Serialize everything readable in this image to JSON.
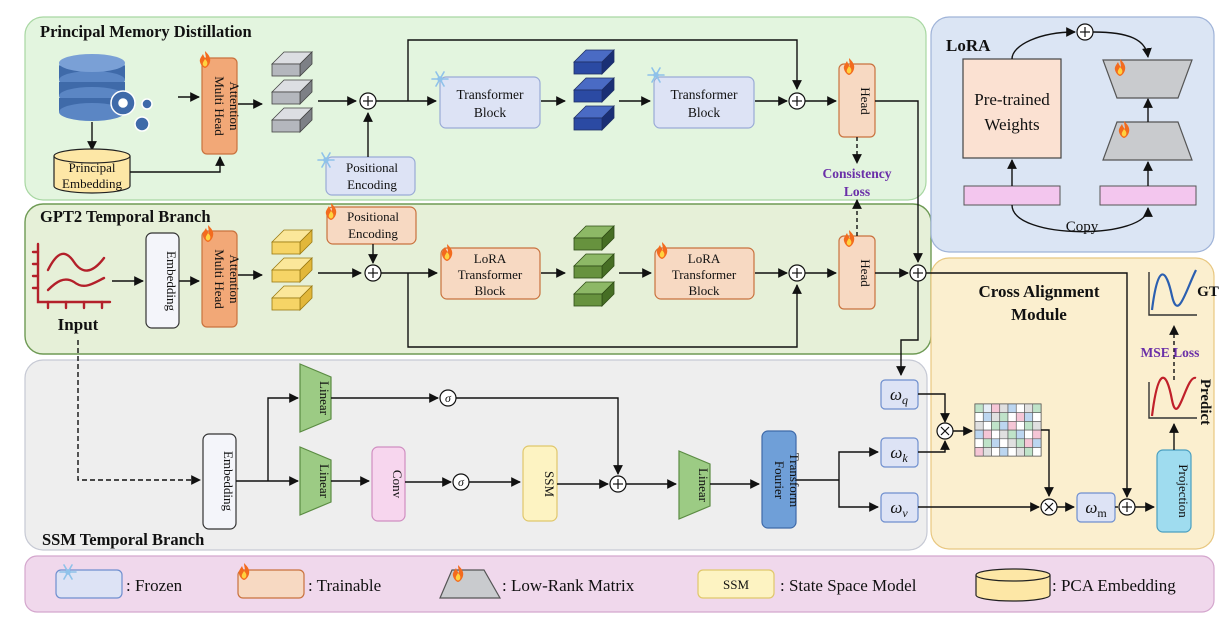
{
  "panels": {
    "pmd_title": "Principal Memory Distillation",
    "gpt2_title": "GPT2 Temporal Branch",
    "ssm_title": "SSM Temporal Branch",
    "lora_title": "LoRA",
    "cam_title_line1": "Cross Alignment",
    "cam_title_line2": "Module"
  },
  "blocks": {
    "principal_embedding_l1": "Principal",
    "principal_embedding_l2": "Embedding",
    "mha_l1": "Multi Head",
    "mha_l2": "Attention",
    "positional_l1": "Positional",
    "positional_l2": "Encoding",
    "transformer_l1": "Transformer",
    "transformer_l2": "Block",
    "lora_l1": "LoRA",
    "lora_l2": "Transformer",
    "lora_l3": "Block",
    "head": "Head",
    "embedding": "Embedding",
    "linear": "Linear",
    "conv": "Conv",
    "ssm": "SSM",
    "fourier_l1": "Fourier",
    "fourier_l2": "Transform",
    "projection": "Projection",
    "sigma": "σ"
  },
  "labels": {
    "input": "Input",
    "consistency_l1": "Consistency",
    "consistency_l2": "Loss",
    "mse_loss": "MSE Loss",
    "gt": "GT",
    "predict": "Predict",
    "pretrained_l1": "Pre-trained",
    "pretrained_l2": "Weights",
    "copy": "Copy",
    "omega": "ω",
    "sub_q": "q",
    "sub_k": "k",
    "sub_v": "v",
    "sub_m": "m"
  },
  "legend": {
    "frozen": ": Frozen",
    "trainable": ": Trainable",
    "lowrank": ": Low-Rank Matrix",
    "ssm_box": "SSM",
    "ssm_desc": ": State Space Model",
    "pca": ": PCA Embedding"
  },
  "colors": {
    "pmd_panel": "#e3f5df",
    "gpt2_panel": "#e6f0d8",
    "ssm_panel": "#eeeeee",
    "lora_panel": "#dbe5f4",
    "cam_panel": "#fbefcf",
    "legend_panel": "#f0d8ec",
    "trainable": "#f7c6a0",
    "frozen": "#dde3f5",
    "linear": "#9ccb84",
    "conv": "#f7d6ee",
    "ssm": "#fdf3c2",
    "fourier": "#6f9fd8",
    "projection": "#9fdcef",
    "loss_text": "#6a2fa8"
  }
}
